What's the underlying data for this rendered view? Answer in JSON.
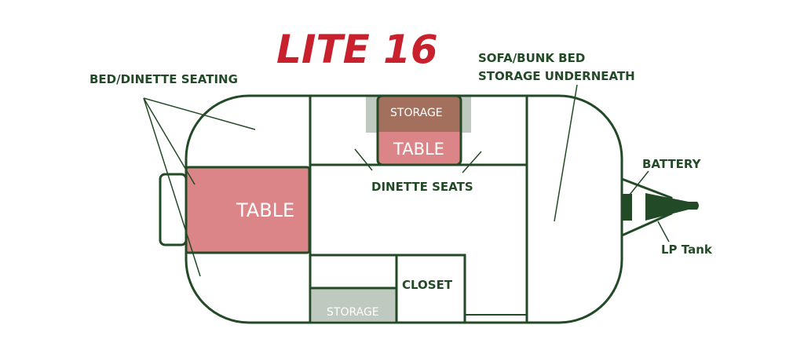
{
  "title": "LITE 16",
  "labels": {
    "bed_dinette_seating": "BED/DINETTE SEATING",
    "sofa_bunk_line1": "SOFA/BUNK BED",
    "sofa_bunk_line2": "STORAGE UNDERNEATH",
    "battery": "BATTERY",
    "lp_tank": "LP Tank",
    "dinette_seats": "DINETTE SEATS",
    "closet": "CLOSET",
    "table_main": "TABLE",
    "table_dinette": "TABLE",
    "storage_top": "STORAGE",
    "storage_bottom": "STORAGE"
  },
  "colors": {
    "outline": "#234a26",
    "title": "#c8202c",
    "table": "#dc8588",
    "storage_brown": "#a3705e",
    "storage_gray": "#bfc9bf",
    "table_text": "#ffffff",
    "label_text": "#234a26"
  }
}
